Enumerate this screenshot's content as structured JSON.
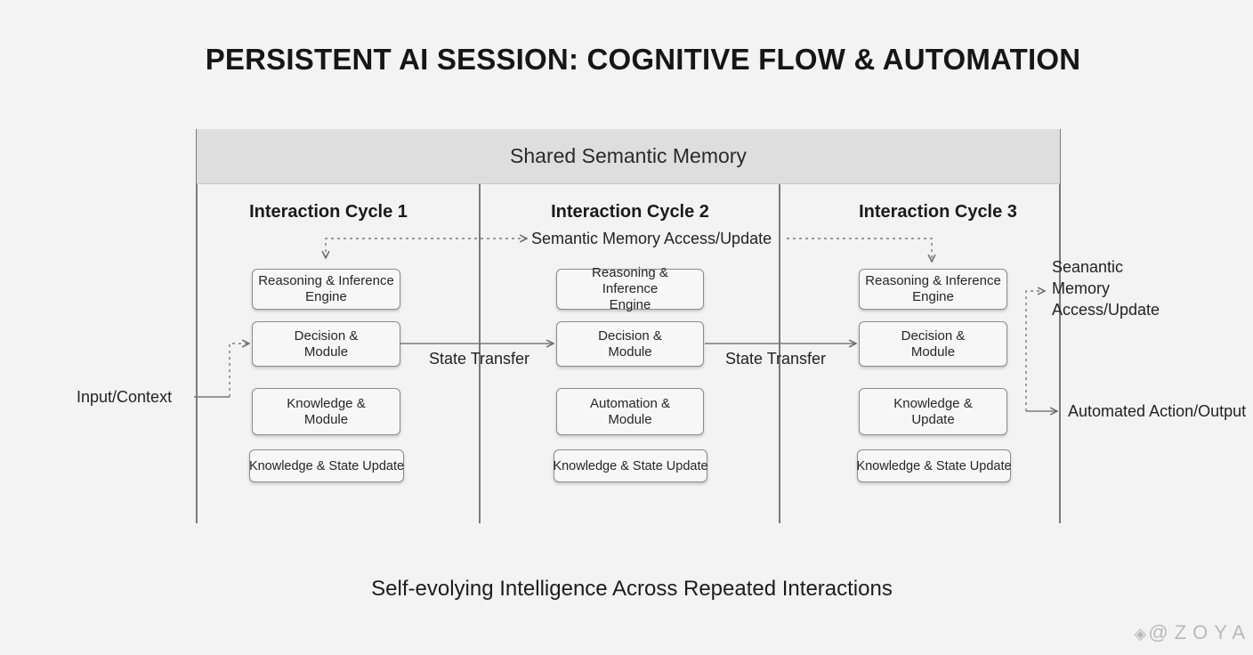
{
  "title": "PERSISTENT AI SESSION: COGNITIVE FLOW & AUTOMATION",
  "shared_memory": "Shared Semantic Memory",
  "memory_access_label": "Semantic Memory Access/Update",
  "cycles": [
    {
      "title": "Interaction Cycle 1",
      "boxes": [
        "Reasoning & Inference\nEngine",
        "Decision &\nModule",
        "Knowledge &\nModule",
        "Knowledge & State Update"
      ]
    },
    {
      "title": "Interaction Cycle 2",
      "boxes": [
        "Reasoning & Inference\nEngine",
        "Decision &\nModule",
        "Automation &\nModule",
        "Knowledge & State Update"
      ]
    },
    {
      "title": "Interaction Cycle 3",
      "boxes": [
        "Reasoning & Inference\nEngine",
        "Decision &\nModule",
        "Knowledge &\nUpdate",
        "Knowledge & State Update"
      ]
    }
  ],
  "input_label": "Input/Context",
  "transfer_labels": [
    "State Transfer",
    "State Transfer"
  ],
  "right_memory_label": "Seanantic\nMemory\nAccess/Update",
  "output_label": "Automated Action/Output",
  "subtitle": "Self-evolying Intelligence Across Repeated Interactions",
  "watermark": "@ZOYA",
  "colors": {
    "background": "#f3f3f3",
    "memory_band": "#dedede",
    "box_border": "#8c8c8c",
    "line": "#7a7a7a"
  }
}
